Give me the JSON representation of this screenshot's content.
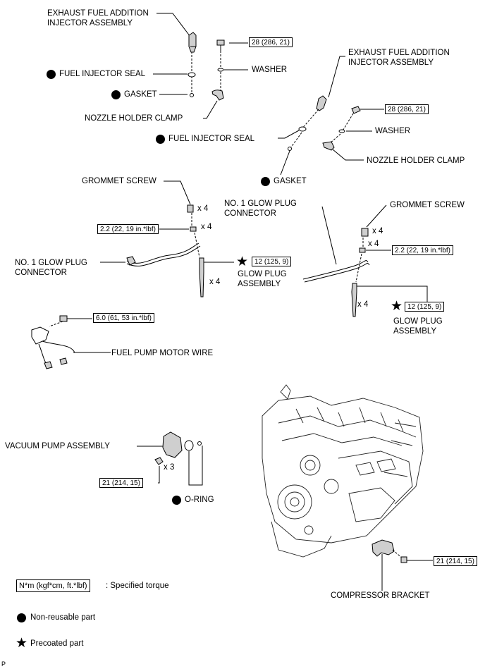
{
  "labels": {
    "exhaust_injector_left": "EXHAUST FUEL ADDITION\nINJECTOR ASSEMBLY",
    "exhaust_injector_right": "EXHAUST FUEL ADDITION\nINJECTOR ASSEMBLY",
    "fuel_injector_seal_left": "FUEL INJECTOR SEAL",
    "fuel_injector_seal_right": "FUEL INJECTOR SEAL",
    "gasket_left": "GASKET",
    "gasket_right": "GASKET",
    "nozzle_clamp_left": "NOZZLE HOLDER CLAMP",
    "nozzle_clamp_right": "NOZZLE HOLDER CLAMP",
    "washer_left": "WASHER",
    "washer_right": "WASHER",
    "grommet_screw_left": "GROMMET SCREW",
    "grommet_screw_right": "GROMMET SCREW",
    "glow_connector_left": "NO. 1 GLOW PLUG\nCONNECTOR",
    "glow_connector_right": "NO. 1 GLOW PLUG\nCONNECTOR",
    "glow_plug_left": "GLOW PLUG\nASSEMBLY",
    "glow_plug_right": "GLOW PLUG\nASSEMBLY",
    "fuel_pump_motor_wire": "FUEL PUMP MOTOR WIRE",
    "vacuum_pump": "VACUUM PUMP ASSEMBLY",
    "o_ring": "O-RING",
    "compressor_bracket": "COMPRESSOR BRACKET"
  },
  "torques": {
    "injector_bolt_left": "28 (286, 21)",
    "injector_bolt_right": "28 (286, 21)",
    "grommet_left": "2.2 (22, 19 in.*lbf)",
    "grommet_right": "2.2 (22, 19 in.*lbf)",
    "glow_plug_left": "12 (125, 9)",
    "glow_plug_right": "12 (125, 9)",
    "fuel_pump_wire": "6.0 (61, 53 in.*lbf)",
    "vacuum_pump": "21 (214, 15)",
    "compressor_bracket": "21 (214, 15)"
  },
  "quantities": {
    "grommet_left_screw": "x 4",
    "grommet_left_nut": "x 4",
    "glow_plug_left": "x 4",
    "grommet_right_screw": "x 4",
    "grommet_right_nut": "x 4",
    "glow_plug_right": "x 4",
    "vacuum_pump_bolts": "x 3"
  },
  "legend": {
    "torque_box": "N*m (kgf*cm, ft.*lbf)",
    "torque_desc": ": Specified torque",
    "non_reusable": "Non-reusable part",
    "precoated": "Precoated part"
  },
  "footer_code": "P",
  "icons": {
    "non_reusable": "filled-circle",
    "precoated": "five-point-star"
  }
}
